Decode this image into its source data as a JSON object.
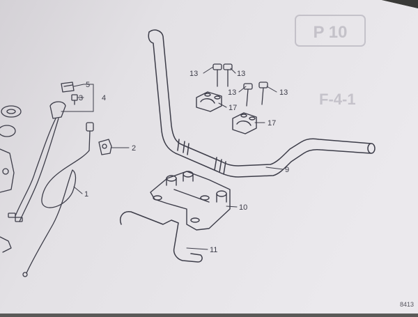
{
  "page_code": "P 10",
  "faint_heading": "F-4-1",
  "corner_code": "8413",
  "callouts": {
    "c1": "1",
    "c2": "2",
    "c3": "3",
    "c4": "4",
    "c5": "5",
    "c9": "9",
    "c10": "10",
    "c11": "11",
    "c13a": "13",
    "c13b": "13",
    "c13c": "13",
    "c13d": "13",
    "c17a": "17",
    "c17b": "17"
  },
  "colors": {
    "paper": "#e6e4e7",
    "ink": "#3c3c48"
  }
}
